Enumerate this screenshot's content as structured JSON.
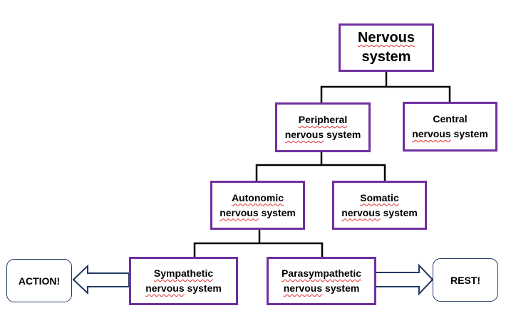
{
  "diagram": {
    "type": "hierarchy",
    "colors": {
      "node_border": "#7030a0",
      "outcome_border": "#1f3864",
      "connector": "#000000",
      "arrow_fill": "#ffffff"
    },
    "nodes": {
      "nervous": {
        "line1": "Nervous",
        "line2": "system"
      },
      "peripheral": {
        "line1": "Peripheral",
        "line2a": "nervous",
        "line2b": " system"
      },
      "central": {
        "line1": "Central",
        "line2a": "nervous",
        "line2b": " system"
      },
      "autonomic": {
        "line1": "Autonomic",
        "line2a": "nervous",
        "line2b": " system"
      },
      "somatic": {
        "line1": "Somatic",
        "line2a": "nervous",
        "line2b": " system"
      },
      "sympathetic": {
        "line1": "Sympathetic",
        "line2a": "nervous",
        "line2b": " system"
      },
      "parasympathetic": {
        "line1": "Parasympathetic",
        "line2a": "nervous",
        "line2b": " system"
      }
    },
    "edges": [
      {
        "from": "Nervous system",
        "to": "Peripheral nervous system"
      },
      {
        "from": "Nervous system",
        "to": "Central nervous system"
      },
      {
        "from": "Peripheral nervous system",
        "to": "Autonomic nervous system"
      },
      {
        "from": "Peripheral nervous system",
        "to": "Somatic nervous system"
      },
      {
        "from": "Autonomic nervous system",
        "to": "Sympathetic nervous system"
      },
      {
        "from": "Autonomic nervous system",
        "to": "Parasympathetic nervous system"
      }
    ],
    "outcomes": {
      "action": {
        "label": "ACTION!",
        "from": "Sympathetic nervous system",
        "direction": "left"
      },
      "rest": {
        "label": "REST!",
        "from": "Parasympathetic nervous system",
        "direction": "right"
      }
    }
  }
}
